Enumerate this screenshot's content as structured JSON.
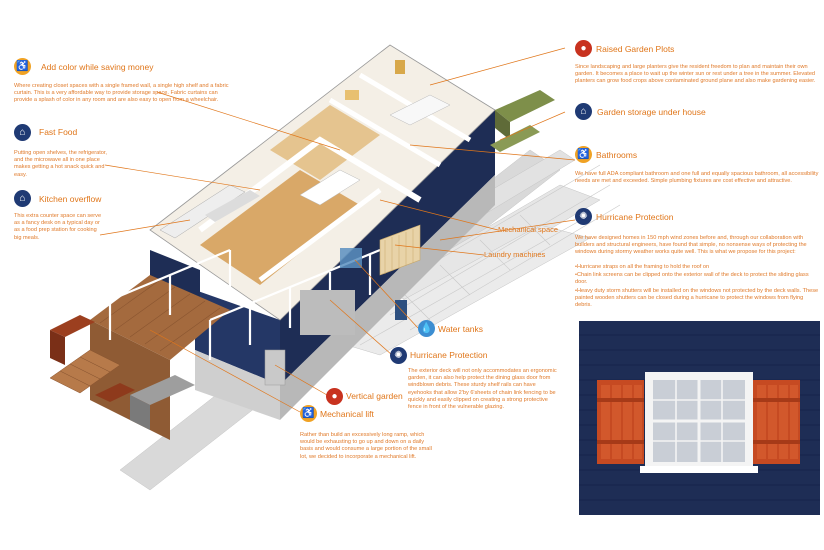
{
  "callouts": {
    "add_color": {
      "title": "Add color while saving money",
      "icon": "accessibility-icon",
      "text": "Where creating closet spaces with a single framed wall, a single high shelf and a fabric curtain. This is a very affordable way to provide storage space. Fabric curtains can provide a splash of color in any room and are also easy to open from a wheelchair."
    },
    "fast_food": {
      "title": "Fast Food",
      "icon": "home-icon",
      "text": "Putting open shelves, the refrigerator, and the microwave all in one place makes getting a hot snack quick and easy."
    },
    "kitchen_overflow": {
      "title": "Kitchen overflow",
      "icon": "home-icon",
      "text": "This extra counter space can serve as a fancy desk on a typical day or as a food prep station for cooking big meals."
    },
    "raised_garden": {
      "title": "Raised Garden Plots",
      "icon": "apple-icon",
      "text": "Since landscaping and large planters give the resident freedom to plan and maintain their own garden. It becomes a place to wait up the winter sun or rest under a tree in the summer. Elevated planters can grow food crops above contaminated ground plane and also make gardening easier."
    },
    "garden_storage": {
      "title": "Garden storage under house",
      "icon": "home-icon"
    },
    "bathrooms": {
      "title": "Bathrooms",
      "icon": "accessibility-icon",
      "text": "We have full ADA compliant bathroom and one full and equally spacious bathroom, all accessibility needs are met and exceeded. Simple plumbing fixtures are cost effective and attractive."
    },
    "hurricane_right": {
      "title": "Hurricane Protection",
      "icon": "hurricane-icon",
      "text": "We have designed homes in 150 mph wind zones before and, through our collaboration with builders and structural engineers, have found that simple, no nonsense ways of protecting the windows during stormy weather works quite well. This is what we propose for this project:",
      "bullets": [
        "Hurricane straps on all the framing to hold the roof on",
        "Chain link screens can be clipped onto the exterior wall of the deck to protect the sliding glass door.",
        "Heavy duty storm shutters will be installed on the windows not protected by the deck walls. These painted wooden shutters can be closed during a hurricane to protect the windows from flying debris."
      ]
    },
    "mechanical_space": {
      "title": "Mechanical space"
    },
    "laundry": {
      "title": "Laundry machines"
    },
    "water_tanks": {
      "title": "Water tanks",
      "icon": "water-drop-icon"
    },
    "hurricane_center": {
      "title": "Hurricane Protection",
      "icon": "hurricane-icon",
      "text": "The exterior deck will not only accommodates an ergonomic garden, it can also help protect the dining glass door from windblown debris. These sturdy shelf rails can have eyehooks that allow 2'by 6'sheets of chain link fencing to be quickly and easily clipped on creating a strong protective fence in front of the vulnerable glazing."
    },
    "vertical_garden": {
      "title": "Vertical garden",
      "icon": "apple-icon"
    },
    "mechanical_lift": {
      "title": "Mechanical lift",
      "icon": "accessibility-icon",
      "text": "Rather than build an excessively long ramp, which would be exhausting to go up and down on a daily basis and would consume a large portion of the small lot, we decided to incorporate a mechanical lift."
    }
  },
  "colors": {
    "accent_orange": "#f0a224",
    "title_orange": "#e0761a",
    "navy": "#1f3a74",
    "water_blue": "#3c8ed2",
    "red": "#c8321f",
    "siding": "#1e2d55",
    "shutter": "#c64a22"
  }
}
